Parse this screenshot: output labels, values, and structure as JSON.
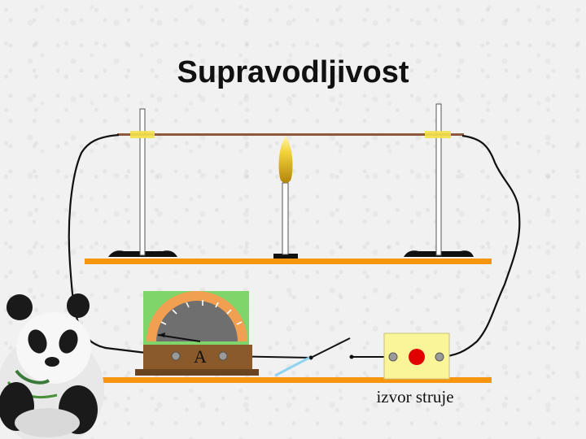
{
  "title": "Supravodljivost",
  "ammeter": {
    "label": "A"
  },
  "power_source": {
    "label": "izvor struje"
  },
  "colors": {
    "shelf": "#f7950f",
    "wire": "#111111",
    "rod": "#8b5a3c",
    "clamp": "#f3e14b",
    "ammeter_face": "#7fd46a",
    "ammeter_scale": "#f0a050",
    "ammeter_base": "#8a5a2b",
    "source_box": "#fbf59a",
    "source_button": "#e00000",
    "switch_blade": "#8fd3f0"
  }
}
